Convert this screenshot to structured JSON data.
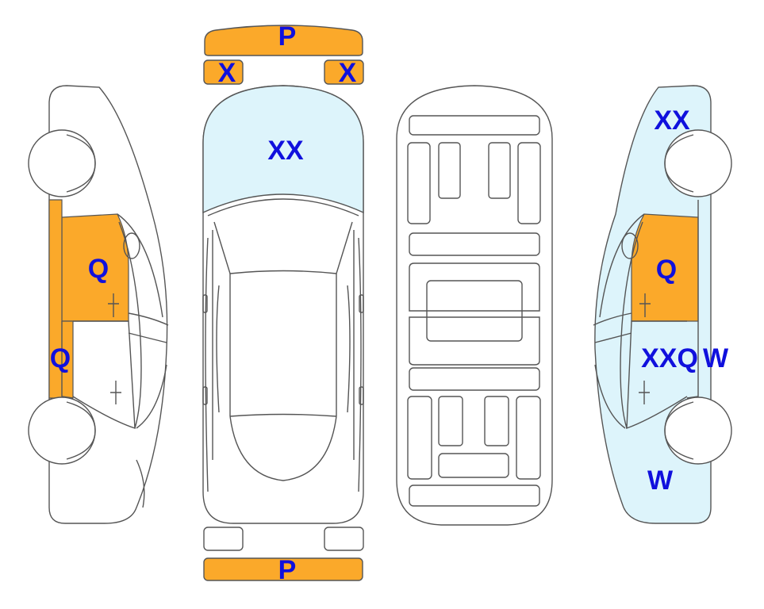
{
  "colors": {
    "damage_orange": "#FBA92A",
    "damage_blue": "#DDF4FB",
    "label": "#1010DD",
    "outline": "#555555"
  },
  "labels": {
    "front_bumper": "P",
    "front_left_light": "X",
    "front_right_light": "X",
    "hood": "XX",
    "rear_bumper": "P",
    "left_front_door": "Q",
    "left_sill": "Q",
    "right_front_fender": "XX",
    "right_front_door": "Q",
    "right_rear_door_a": "XXQ",
    "right_rear_door_b": "W",
    "right_rear_quarter": "W"
  }
}
